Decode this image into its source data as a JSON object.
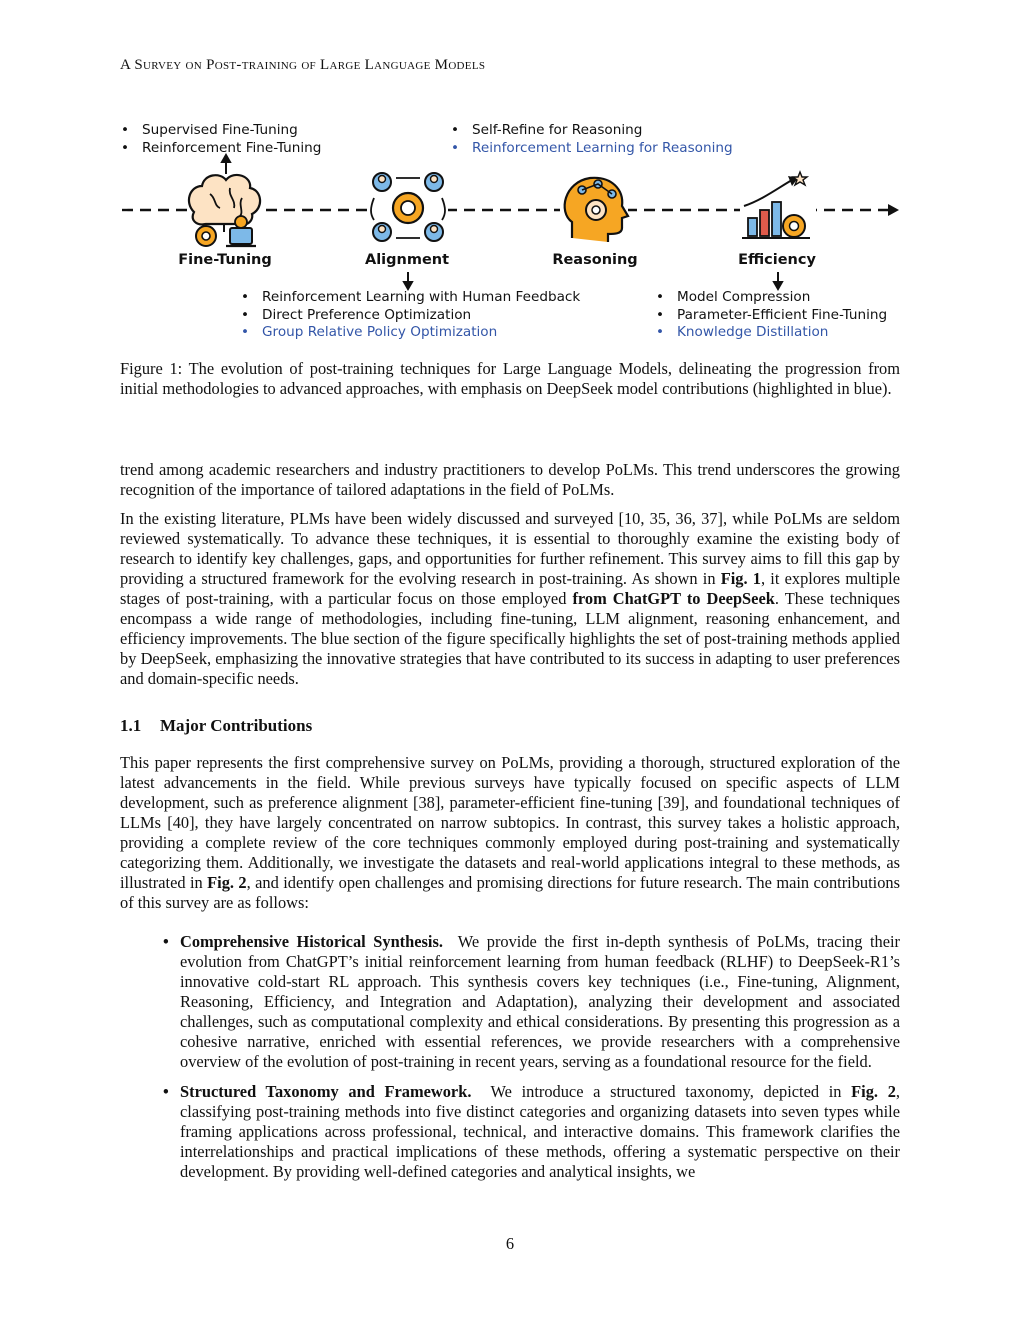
{
  "header": {
    "running_title": "A Survey on Post-training of Large Language Models"
  },
  "figure": {
    "stages": [
      "Fine-Tuning",
      "Alignment",
      "Reasoning",
      "Efficiency"
    ],
    "top_left": [
      "Supervised Fine-Tuning",
      "Reinforcement Fine-Tuning"
    ],
    "top_right": [
      {
        "text": "Self-Refine for Reasoning",
        "deepseek": false
      },
      {
        "text": "Reinforcement Learning for Reasoning",
        "deepseek": true
      }
    ],
    "bottom_left": [
      {
        "text": "Reinforcement Learning with Human Feedback",
        "deepseek": false
      },
      {
        "text": "Direct Preference Optimization",
        "deepseek": false
      },
      {
        "text": "Group Relative Policy Optimization",
        "deepseek": true
      }
    ],
    "bottom_right": [
      {
        "text": "Model Compression",
        "deepseek": false
      },
      {
        "text": "Parameter-Efficient Fine-Tuning",
        "deepseek": false
      },
      {
        "text": "Knowledge Distillation",
        "deepseek": true
      }
    ],
    "caption": "Figure 1: The evolution of post-training techniques for Large Language Models, delineating the progression from initial methodologies to advanced approaches, with emphasis on DeepSeek model contributions (highlighted in blue).",
    "colors": {
      "deepseek_blue": "#3356a8",
      "icon_blue": "#7db9e8",
      "icon_orange": "#f6a623",
      "icon_red": "#e05b4b",
      "icon_cream": "#fde3c4"
    }
  },
  "body": {
    "p1": "trend among academic researchers and industry practitioners to develop PoLMs. This trend underscores the growing recognition of the importance of tailored adaptations in the field of PoLMs.",
    "p2": {
      "a": "In the existing literature, PLMs have been widely discussed and surveyed [10, 35, 36, 37], while PoLMs are seldom reviewed systematically. To advance these techniques, it is essential to thoroughly examine the existing body of research to identify key challenges, gaps, and opportunities for further refinement. This survey aims to fill this gap by providing a structured framework for the evolving research in post-training. As shown in ",
      "fig": "Fig. 1",
      "b": ", it explores multiple stages of post-training, with a particular focus on those employed ",
      "bold": "from ChatGPT to DeepSeek",
      "c": ". These techniques encompass a wide range of methodologies, including fine-tuning, LLM alignment, reasoning enhancement, and efficiency improvements. The blue section of the figure specifically highlights the set of post-training methods applied by DeepSeek, emphasizing the innovative strategies that have contributed to its success in adapting to user preferences and domain-specific needs."
    },
    "section": {
      "number": "1.1",
      "title": "Major Contributions"
    },
    "p3": {
      "a": "This paper represents the first comprehensive survey on PoLMs, providing a thorough, structured exploration of the latest advancements in the field. While previous surveys have typically focused on specific aspects of LLM development, such as preference alignment [38], parameter-efficient fine-tuning [39], and foundational techniques of LLMs [40], they have largely concentrated on narrow subtopics. In contrast, this survey takes a holistic approach, providing a complete review of the core techniques commonly employed during post-training and systematically categorizing them. Additionally, we investigate the datasets and real-world applications integral to these methods, as illustrated in ",
      "fig": "Fig. 2",
      "b": ", and identify open challenges and promising directions for future research. The main contributions of this survey are as follows:"
    },
    "bullets": [
      {
        "title": "Comprehensive Historical Synthesis.",
        "text": "We provide the first in-depth synthesis of PoLMs, tracing their evolution from ChatGPT’s initial reinforcement learning from human feedback (RLHF) to DeepSeek-R1’s innovative cold-start RL approach. This synthesis covers key techniques (i.e., Fine-tuning, Alignment, Reasoning, Efficiency, and Integration and Adaptation), analyzing their development and associated challenges, such as computational complexity and ethical considerations. By presenting this progression as a cohesive narrative, enriched with essential references, we provide researchers with a comprehensive overview of the evolution of post-training in recent years, serving as a foundational resource for the field."
      },
      {
        "title": "Structured Taxonomy and Framework.",
        "text_a": "We introduce a structured taxonomy, depicted in ",
        "fig": "Fig. 2",
        "text_b": ", classifying post-training methods into five distinct categories and organizing datasets into seven types while framing applications across professional, technical, and interactive domains. This framework clarifies the interrelationships and practical implications of these methods, offering a systematic perspective on their development. By providing well-defined categories and analytical insights, we"
      }
    ]
  },
  "footer": {
    "page_number": "6"
  }
}
